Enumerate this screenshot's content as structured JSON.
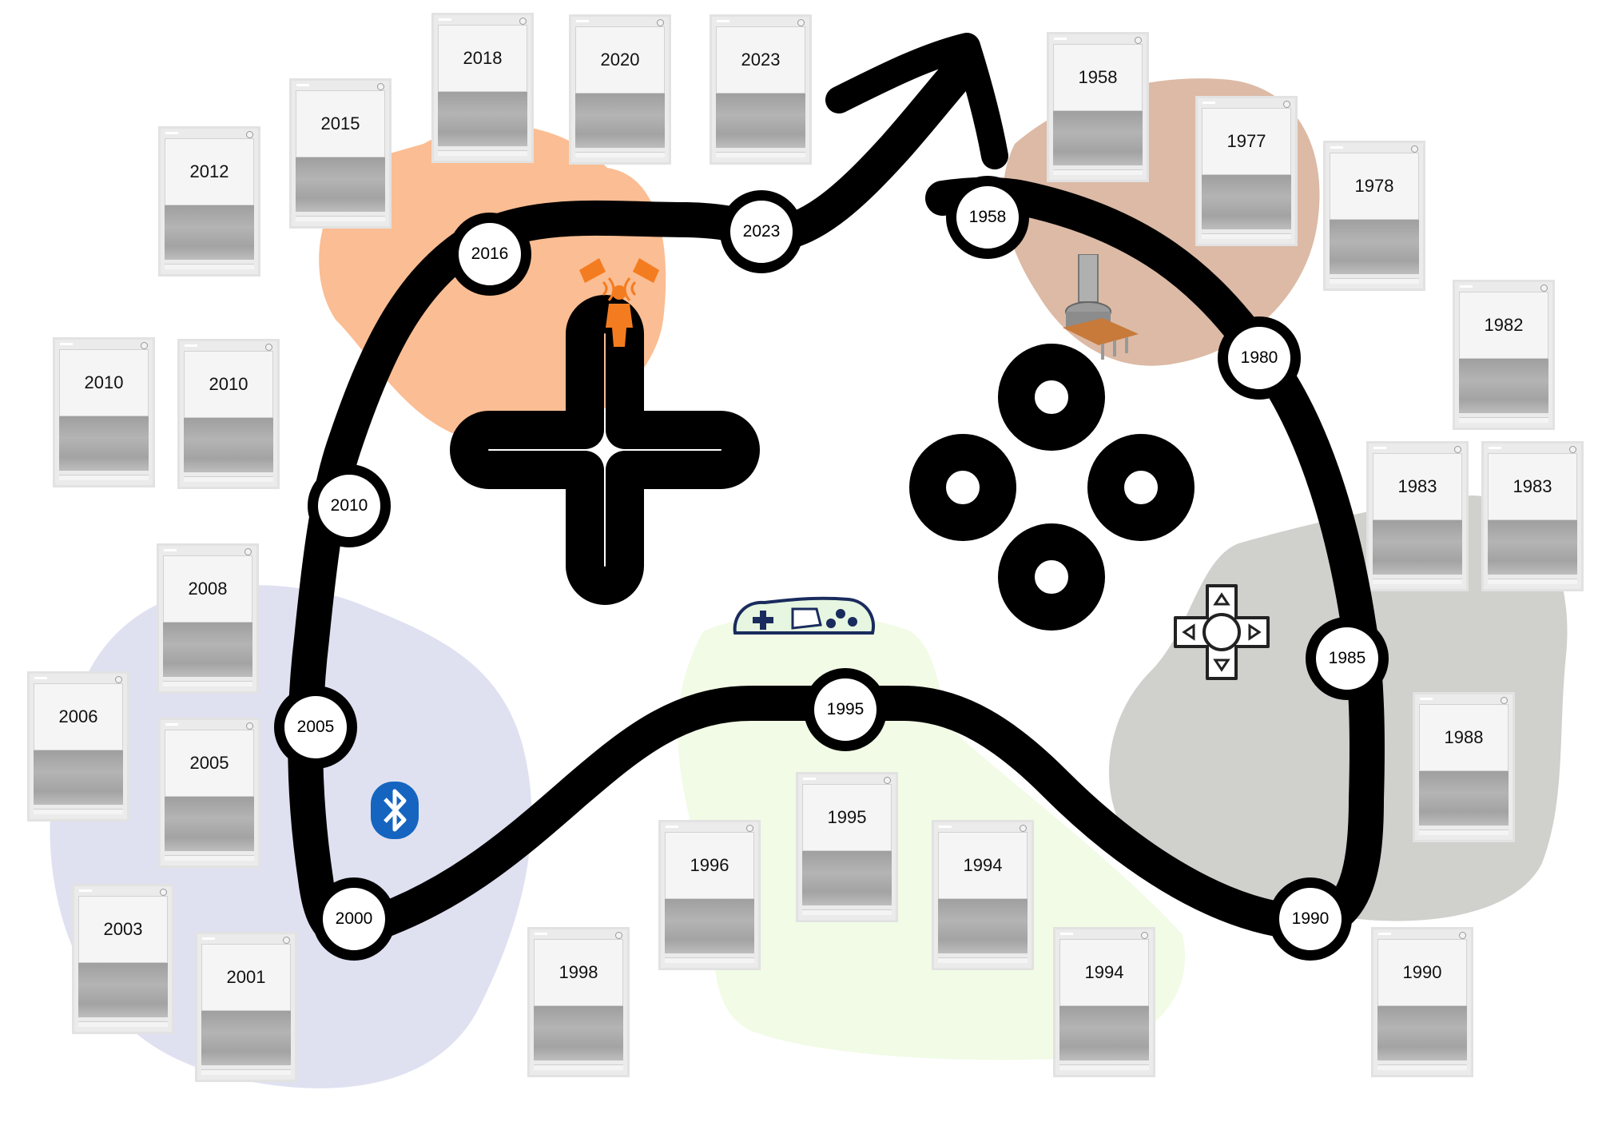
{
  "colors": {
    "path": "#000000",
    "blob_orange": "#fbbd93",
    "blob_brown": "#d8b29b",
    "blob_blue": "#dfe1f1",
    "blob_green": "#f1fbe6",
    "blob_gray": "#d0d0cc",
    "icon_orange": "#f47c20",
    "icon_bluetooth": "#1565c0"
  },
  "timeline_nodes": [
    "1958",
    "1980",
    "1985",
    "1990",
    "1995",
    "2000",
    "2005",
    "2010",
    "2016",
    "2023"
  ],
  "cards": [
    "2018",
    "2020",
    "2023",
    "2015",
    "2012",
    "2010",
    "2010",
    "2008",
    "2006",
    "2005",
    "2003",
    "2001",
    "1998",
    "1996",
    "1995",
    "1994",
    "1994",
    "1958",
    "1977",
    "1978",
    "1982",
    "1983",
    "1983",
    "1988",
    "1990"
  ],
  "icons": [
    "motion-sensor-icon",
    "potentiometer-icon",
    "bluetooth-icon",
    "gamepad-icon",
    "dpad-icon"
  ]
}
